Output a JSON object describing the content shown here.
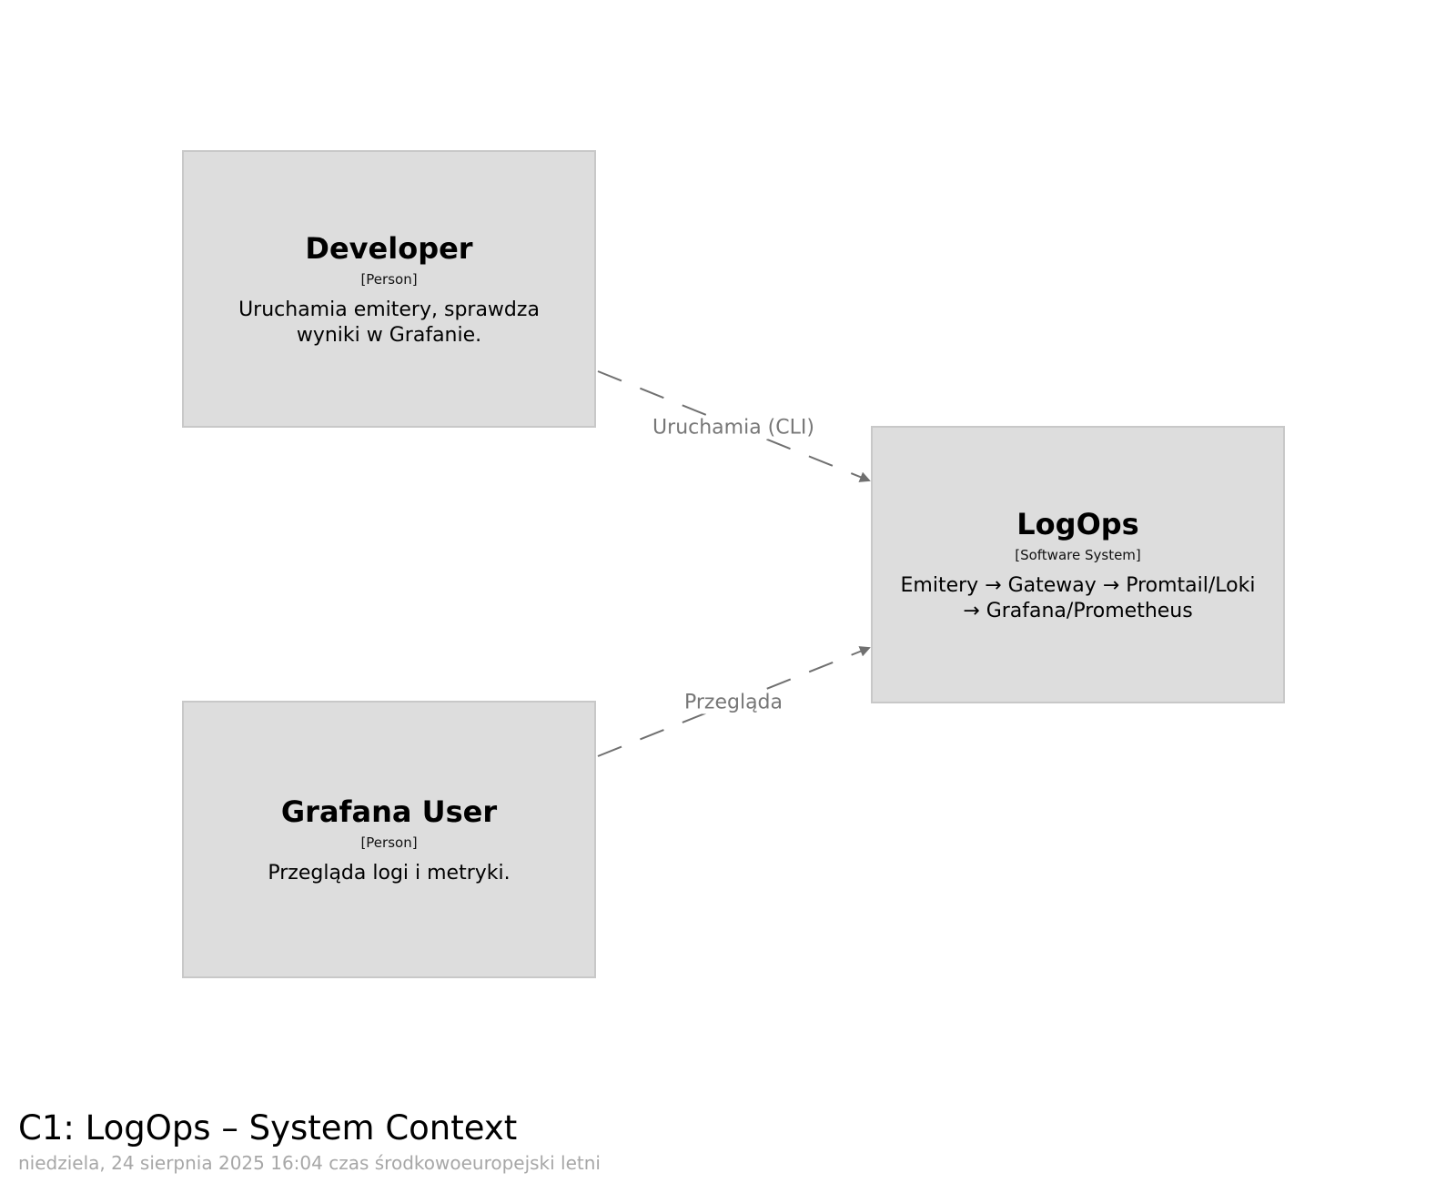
{
  "diagram": {
    "title": "C1: LogOps – System Context",
    "subtitle": "niedziela, 24 sierpnia 2025 16:04 czas środkowoeuropejski letni",
    "elements": {
      "developer": {
        "name": "Developer",
        "type": "[Person]",
        "description": "Uruchamia emitery, sprawdza wyniki w Grafanie."
      },
      "grafana_user": {
        "name": "Grafana User",
        "type": "[Person]",
        "description": "Przegląda logi i metryki."
      },
      "logops": {
        "name": "LogOps",
        "type": "[Software System]",
        "description": "Emitery → Gateway → Promtail/Loki → Grafana/Prometheus"
      }
    },
    "relationships": [
      {
        "from": "Developer",
        "to": "LogOps",
        "label": "Uruchamia (CLI)"
      },
      {
        "from": "Grafana User",
        "to": "LogOps",
        "label": "Przegląda"
      }
    ],
    "colors": {
      "box_fill": "#dddddd",
      "box_border": "#c8c8c8",
      "edge": "#707070",
      "edge_label": "#777777",
      "subtitle": "#a7a7a7"
    }
  }
}
